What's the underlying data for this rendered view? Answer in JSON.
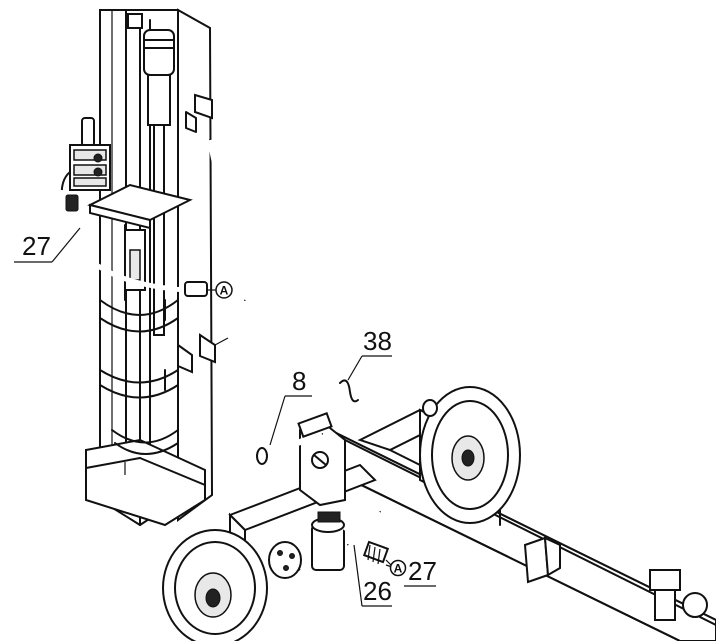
{
  "callouts": {
    "c27_top": "27",
    "c38": "38",
    "c8": "8",
    "c26": "26",
    "c27_bottom": "27"
  },
  "markers": {
    "a_top": "A",
    "a_bottom": "A"
  }
}
